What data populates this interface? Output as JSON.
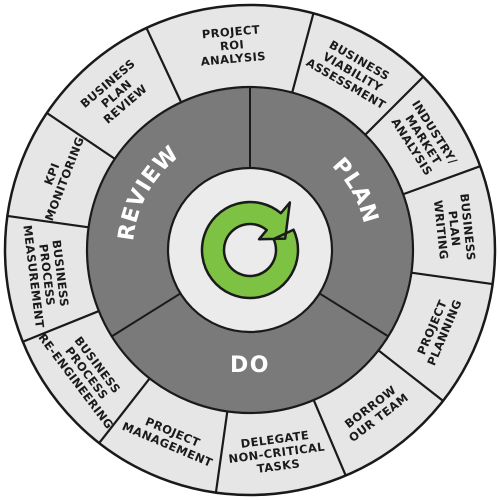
{
  "colors": {
    "outer_ring": "#e6e6e6",
    "middle_ring": "#7a7a7a",
    "inner_disc": "#ebebeb",
    "arrow": "#7dc242",
    "outline": "#1a1a1a",
    "phase_text": "#ffffff"
  },
  "icon": "cycle-arrow-icon",
  "phases": [
    {
      "label": "PLAN"
    },
    {
      "label": "DO"
    },
    {
      "label": "REVIEW"
    }
  ],
  "segments": [
    {
      "lines": [
        "BUSINESS",
        "VIABILITY",
        "ASSESSMENT"
      ]
    },
    {
      "lines": [
        "INDUSTRY/",
        "MARKET",
        "ANALYSIS"
      ]
    },
    {
      "lines": [
        "BUSINESS",
        "PLAN",
        "WRITING"
      ]
    },
    {
      "lines": [
        "PROJECT",
        "PLANNING"
      ]
    },
    {
      "lines": [
        "BORROW",
        "OUR TEAM"
      ]
    },
    {
      "lines": [
        "DELEGATE",
        "NON-CRITICAL",
        "TASKS"
      ]
    },
    {
      "lines": [
        "PROJECT",
        "MANAGEMENT"
      ]
    },
    {
      "lines": [
        "BUSINESS",
        "PROCESS",
        "RE-ENGINEERING"
      ]
    },
    {
      "lines": [
        "BUSINESS",
        "PROCESS",
        "MEASUREMENT"
      ]
    },
    {
      "lines": [
        "KPI",
        "MONITORING"
      ]
    },
    {
      "lines": [
        "BUSINESS",
        "PLAN",
        "REVIEW"
      ]
    },
    {
      "lines": [
        "PROJECT",
        "ROI",
        "ANALYSIS"
      ]
    }
  ]
}
